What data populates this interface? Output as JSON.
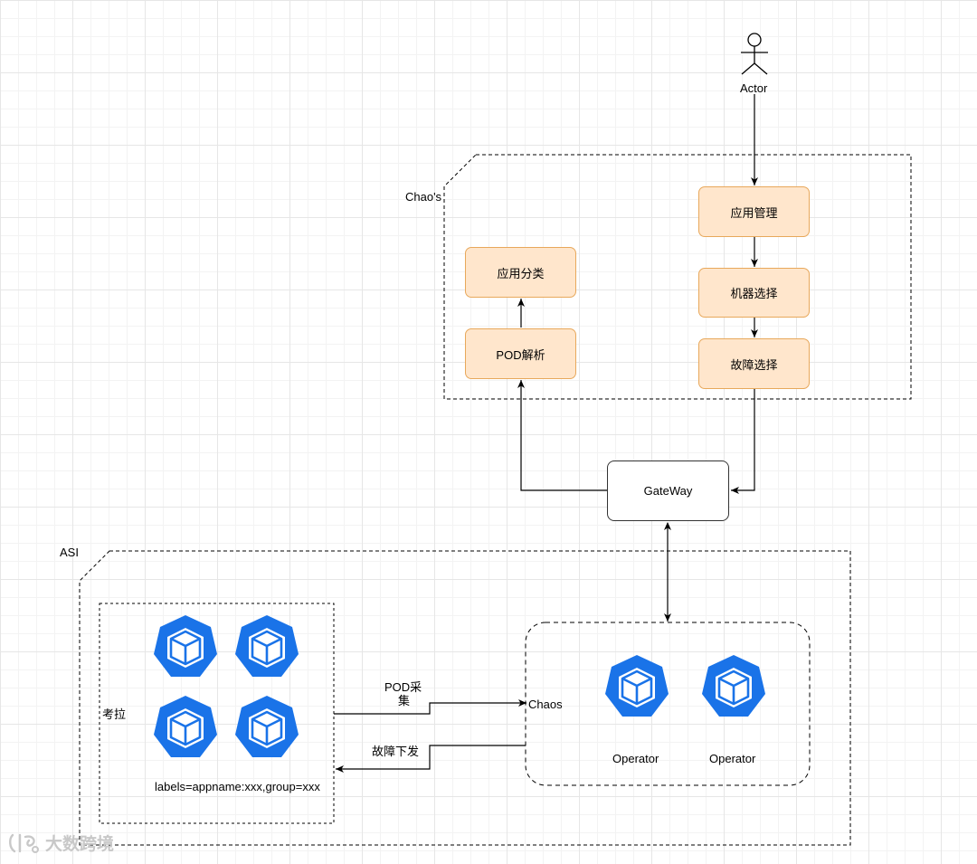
{
  "diagram": {
    "actor_label": "Actor",
    "chaos_group_label": "Chao's",
    "asi_group_label": "ASI",
    "app_manage": "应用管理",
    "machine_select": "机器选择",
    "fault_select": "故障选择",
    "app_classify": "应用分类",
    "pod_parse": "POD解析",
    "gateway": "GateWay",
    "kaola_label": "考拉",
    "labels_text": "labels=appname:xxx,group=xxx",
    "pod_collect_line1": "POD采",
    "pod_collect_line2": "集",
    "fault_dispatch": "故障下发",
    "chaos_label": "Chaos",
    "operator_1": "Operator",
    "operator_2": "Operator",
    "icon_names": [
      "actor-icon",
      "kubernetes-icon"
    ]
  },
  "watermark": {
    "text": "大数跨境"
  },
  "colors": {
    "orange_fill": "#ffe6cc",
    "orange_stroke": "#e8a85b",
    "k8s_blue": "#1a73e8",
    "line": "#000000"
  }
}
